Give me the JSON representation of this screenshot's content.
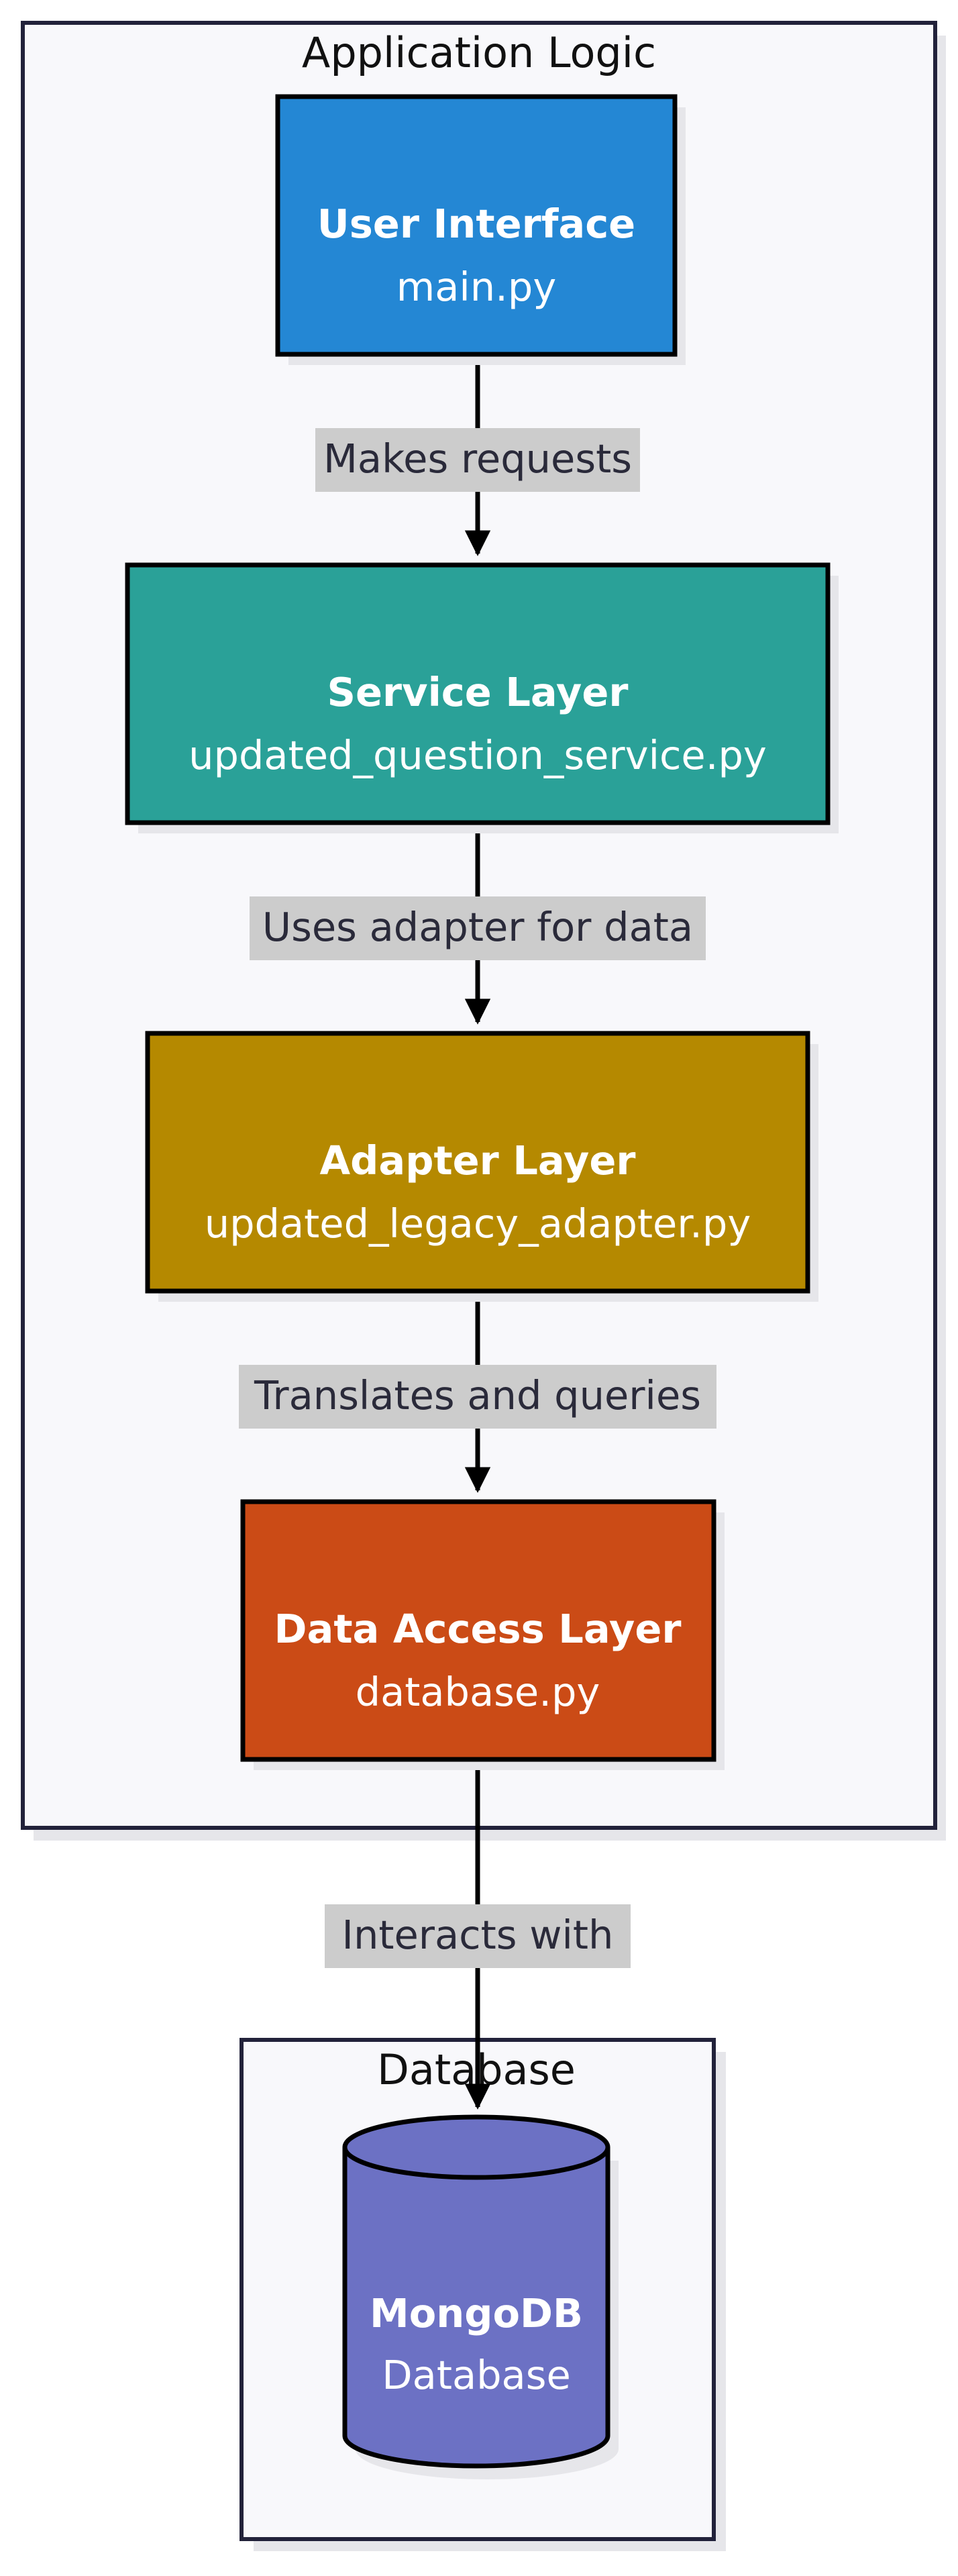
{
  "subgraphs": {
    "application_logic": {
      "title": "Application Logic"
    },
    "database": {
      "title": "Database"
    }
  },
  "nodes": {
    "ui": {
      "title": "User Interface",
      "subtitle": "main.py",
      "color": "#2487D4"
    },
    "service": {
      "title": "Service Layer",
      "subtitle": "updated_question_service.py",
      "color": "#2AA198"
    },
    "adapter": {
      "title": "Adapter Layer",
      "subtitle": "updated_legacy_adapter.py",
      "color": "#B58900"
    },
    "data_access": {
      "title": "Data Access Layer",
      "subtitle": "database.py",
      "color": "#CB4B16"
    },
    "mongodb": {
      "title": "MongoDB",
      "subtitle": "Database",
      "color": "#6C71C4"
    }
  },
  "edges": {
    "ui_service": {
      "label": "Makes requests"
    },
    "service_adapter": {
      "label": "Uses adapter for data"
    },
    "adapter_data": {
      "label": "Translates and queries"
    },
    "data_mongo": {
      "label": "Interacts with"
    }
  },
  "colors": {
    "subgraph_fill": "#F8F8FB",
    "subgraph_stroke": "#22223A",
    "edge_label_bg": "#CCCCCC",
    "shadow": "#E6E6EA",
    "stroke": "#000000"
  }
}
